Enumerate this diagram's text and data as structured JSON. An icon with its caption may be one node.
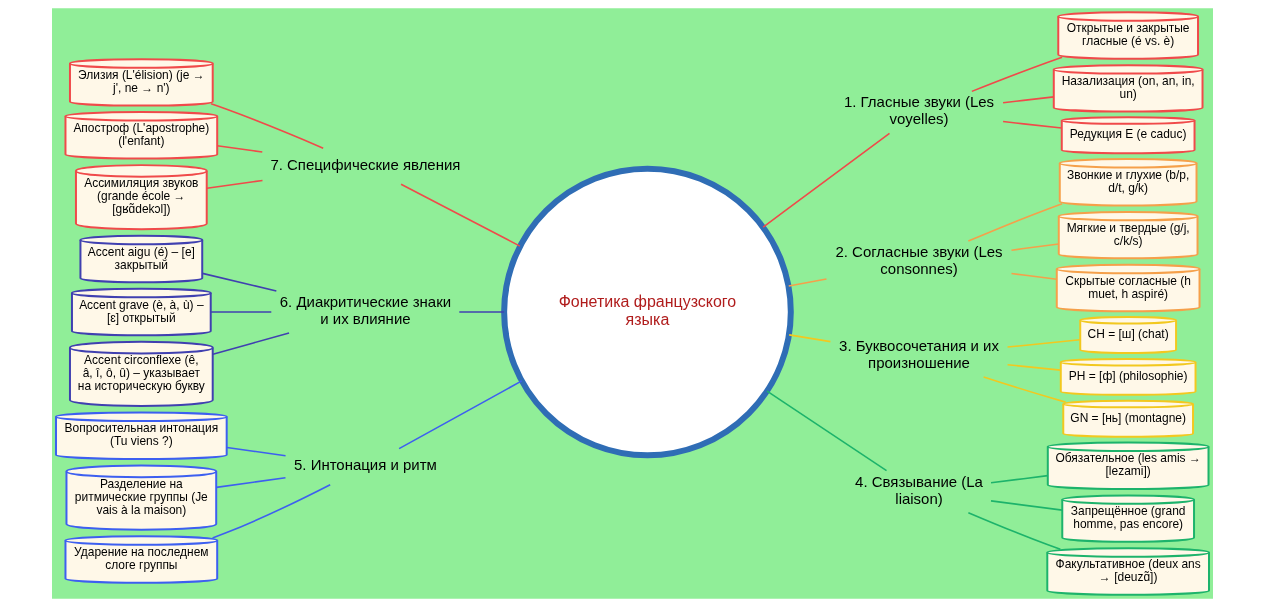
{
  "diagram": {
    "nodes": [
      {
        "text": [
          "Фонетика французского языка"
        ]
      },
      {
        "text": [
          "1. Гласные звуки (Les voyelles)"
        ]
      },
      {
        "text": [
          "Открытые и закрытые гласные (é vs. è)"
        ]
      },
      {
        "text": [
          "Назализация (on, an, in, un)"
        ]
      },
      {
        "text": [
          "Редукция E (e caduc)"
        ]
      },
      {
        "text": [
          "2. Согласные звуки (Les consonnes)"
        ]
      },
      {
        "text": [
          "Звонкие и глухие (b/p, d/t, g/k)"
        ]
      },
      {
        "text": [
          "Мягкие и твердые (g/j, c/k/s)"
        ]
      },
      {
        "text": [
          "Скрытые согласные (h muet, h aspiré)"
        ]
      },
      {
        "text": [
          "3. Буквосочетания и их произношение"
        ]
      },
      {
        "text": [
          "CH = [ш] (chat)"
        ]
      },
      {
        "text": [
          "PH = [ф] (philosophie)"
        ]
      },
      {
        "text": [
          "GN = [нь] (montagne)"
        ]
      },
      {
        "text": [
          "4. Связывание (La liaison)"
        ]
      },
      {
        "text": [
          "Обязательное (les amis → [lezami])"
        ]
      },
      {
        "text": [
          "Запрещённое (grand homme, pas encore)"
        ]
      },
      {
        "text": [
          "Факультативное (deux ans → [deuzɑ̃])"
        ]
      },
      {
        "text": [
          "5. Интонация и ритм"
        ]
      },
      {
        "text": [
          "Вопросительная интонация (Tu viens ?)"
        ]
      },
      {
        "text": [
          "Разделение на ритмические группы (Je vais à la maison)"
        ]
      },
      {
        "text": [
          "Ударение на последнем слоге группы"
        ]
      },
      {
        "text": [
          "6. Диакритические знаки и их влияние"
        ]
      },
      {
        "text": [
          "Accent aigu (é) – [e] закрытый"
        ]
      },
      {
        "text": [
          "Accent grave (è, à, ù) – [ɛ] открытый"
        ]
      },
      {
        "text": [
          "Accent circonflexe (ê, â, î, ô, û) – указывает на историческую букву"
        ]
      },
      {
        "text": [
          "7. Специфические явления"
        ]
      },
      {
        "text": [
          "Элизия (L'élision) (je → j', ne → n')"
        ]
      },
      {
        "text": [
          "Апостроф (L'apostrophe) (l'enfant)"
        ]
      },
      {
        "text": [
          "Ассимиляция звуков (grande école → [gʁɑ̃dekɔl])"
        ]
      }
    ],
    "edges": [
      {
        "from": 0,
        "to": 1,
        "arrow": "none",
        "color": "#f04a4a"
      },
      {
        "from": 1,
        "to": 2,
        "arrow": "none",
        "color": "#f04a4a"
      },
      {
        "from": 1,
        "to": 3,
        "arrow": "none",
        "color": "#f04a4a"
      },
      {
        "from": 1,
        "to": 4,
        "arrow": "none",
        "color": "#f04a4a"
      },
      {
        "from": 0,
        "to": 5,
        "arrow": "none",
        "color": "#f5a04a"
      },
      {
        "from": 5,
        "to": 6,
        "arrow": "none",
        "color": "#f5a04a"
      },
      {
        "from": 5,
        "to": 7,
        "arrow": "none",
        "color": "#f5a04a"
      },
      {
        "from": 5,
        "to": 8,
        "arrow": "none",
        "color": "#f5a04a"
      },
      {
        "from": 0,
        "to": 9,
        "arrow": "none",
        "color": "#f2c81f"
      },
      {
        "from": 9,
        "to": 10,
        "arrow": "none",
        "color": "#f2c81f"
      },
      {
        "from": 9,
        "to": 11,
        "arrow": "none",
        "color": "#f2c81f"
      },
      {
        "from": 9,
        "to": 12,
        "arrow": "none",
        "color": "#f2c81f"
      },
      {
        "from": 0,
        "to": 13,
        "arrow": "none",
        "color": "#1db36b"
      },
      {
        "from": 13,
        "to": 14,
        "arrow": "none",
        "color": "#1db36b"
      },
      {
        "from": 13,
        "to": 15,
        "arrow": "none",
        "color": "#1db36b"
      },
      {
        "from": 13,
        "to": 16,
        "arrow": "none",
        "color": "#1db36b"
      },
      {
        "from": 0,
        "to": 17,
        "arrow": "none",
        "color": "#3d5ff0"
      },
      {
        "from": 17,
        "to": 18,
        "arrow": "none",
        "color": "#3d5ff0"
      },
      {
        "from": 17,
        "to": 19,
        "arrow": "none",
        "color": "#3d5ff0"
      },
      {
        "from": 17,
        "to": 20,
        "arrow": "none",
        "color": "#3d5ff0"
      },
      {
        "from": 0,
        "to": 21,
        "arrow": "none",
        "color": "#4040b0"
      },
      {
        "from": 21,
        "to": 22,
        "arrow": "none",
        "color": "#4040b0"
      },
      {
        "from": 21,
        "to": 23,
        "arrow": "none",
        "color": "#4040b0"
      },
      {
        "from": 21,
        "to": 24,
        "arrow": "none",
        "color": "#4040b0"
      },
      {
        "from": 0,
        "to": 25,
        "arrow": "none",
        "color": "#f04a4a"
      },
      {
        "from": 25,
        "to": 26,
        "arrow": "none",
        "color": "#f04a4a"
      },
      {
        "from": 25,
        "to": 27,
        "arrow": "none",
        "color": "#f04a4a"
      },
      {
        "from": 25,
        "to": 28,
        "arrow": "none",
        "color": "#f04a4a"
      }
    ]
  }
}
